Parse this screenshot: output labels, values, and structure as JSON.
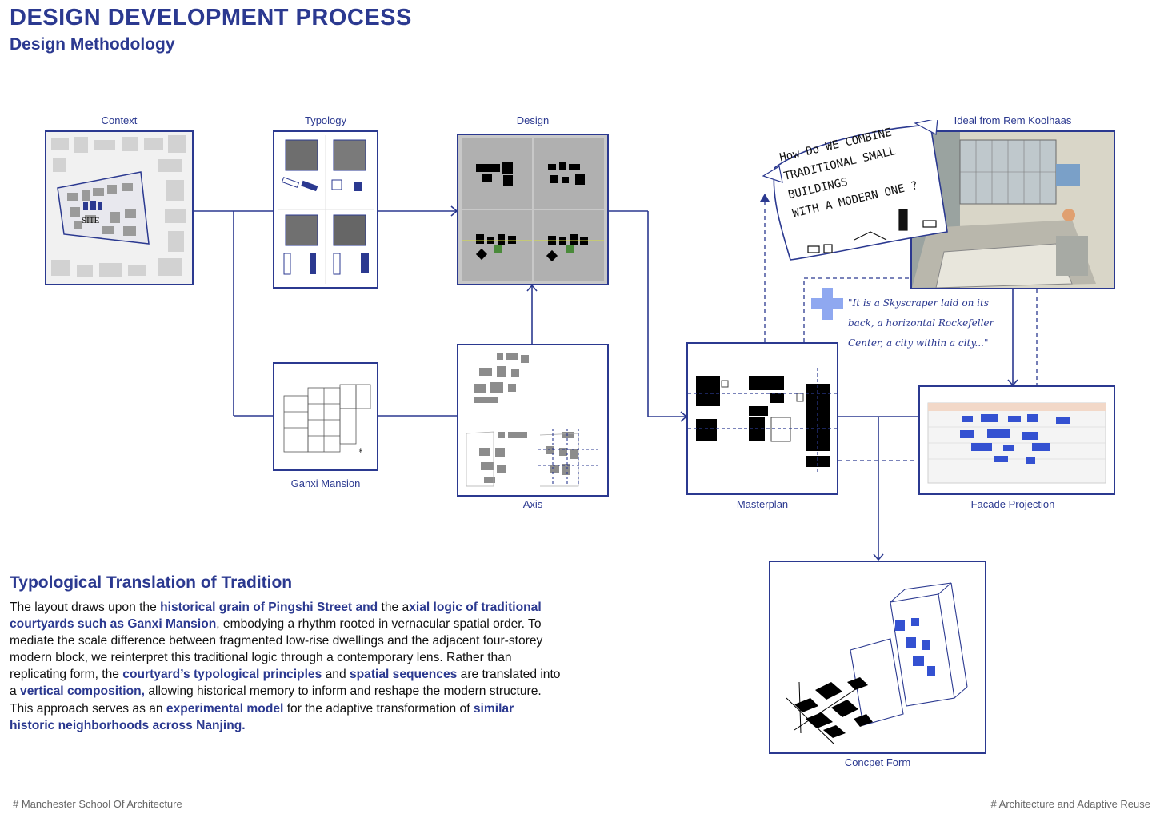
{
  "header": {
    "title": "DESIGN DEVELOPMENT PROCESS",
    "subtitle": "Design Methodology"
  },
  "panels": {
    "context": {
      "label": "Context",
      "site_tag": "SITE"
    },
    "typology": {
      "label": "Typology"
    },
    "design": {
      "label": "Design"
    },
    "koolhaas": {
      "label": "Ideal from Rem Koolhaas"
    },
    "ganxi": {
      "label": "Ganxi Mansion"
    },
    "axis": {
      "label": "Axis"
    },
    "masterplan": {
      "label": "Masterplan"
    },
    "facade": {
      "label": "Facade Projection"
    },
    "concept": {
      "label": "Concpet Form"
    }
  },
  "speech_bubble": {
    "text": "How Do WE COMBINE\nTRADITIONAL SMALL BUILDINGS\nWITH A MODERN ONE ?"
  },
  "quote": {
    "text": "\"It is a Skyscraper laid on its back, a horizontal Rockefeller Center, a city within a city...\""
  },
  "section": {
    "heading": "Typological Translation of Tradition",
    "paragraph": [
      {
        "t": "The layout draws upon the ",
        "h": false
      },
      {
        "t": "historical grain of Pingshi Street and",
        "h": true
      },
      {
        "t": " the a",
        "h": false
      },
      {
        "t": "xial logic of traditional courtyards such as Ganxi Mansion",
        "h": true
      },
      {
        "t": ", embodying a rhythm rooted in vernacular spatial order. To mediate the scale difference between fragmented low-rise dwellings and the adjacent four-storey modern block, we reinterpret this traditional logic through a contemporary lens. Rather than replicating form, the ",
        "h": false
      },
      {
        "t": "courtyard’s typological principles",
        "h": true
      },
      {
        "t": " and ",
        "h": false
      },
      {
        "t": "spatial sequences",
        "h": true
      },
      {
        "t": " are translated into a ",
        "h": false
      },
      {
        "t": "vertical composition,",
        "h": true
      },
      {
        "t": " allowing historical memory to inform and reshape the modern structure. This approach serves as an ",
        "h": false
      },
      {
        "t": "experimental model",
        "h": true
      },
      {
        "t": " for the adaptive transformation of ",
        "h": false
      },
      {
        "t": "similar historic neighborhoods across Nanjing.",
        "h": true
      }
    ]
  },
  "footer": {
    "left": "# Manchester School Of Architecture",
    "right": "# Architecture and Adaptive Reuse"
  },
  "colors": {
    "accent": "#2b3990",
    "highlight_blue": "#3451d1",
    "plus_blue": "#8fa8f0"
  }
}
